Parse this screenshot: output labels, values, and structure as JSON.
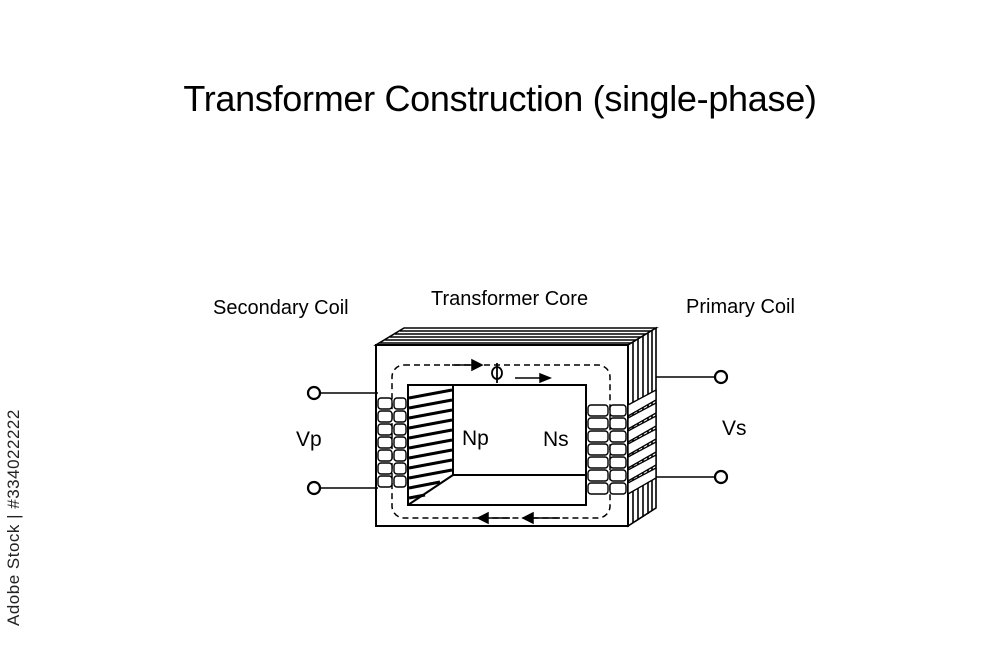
{
  "title": "Transformer Construction (single-phase)",
  "labels": {
    "secondary_coil": "Secondary Coil",
    "transformer_core": "Transformer Core",
    "primary_coil": "Primary Coil",
    "vp": "Vp",
    "np": "Np",
    "ns": "Ns",
    "vs": "Vs"
  },
  "watermark": {
    "id_text": "Adobe Stock | #334022222"
  },
  "colors": {
    "line": "#000000",
    "background": "#ffffff"
  }
}
